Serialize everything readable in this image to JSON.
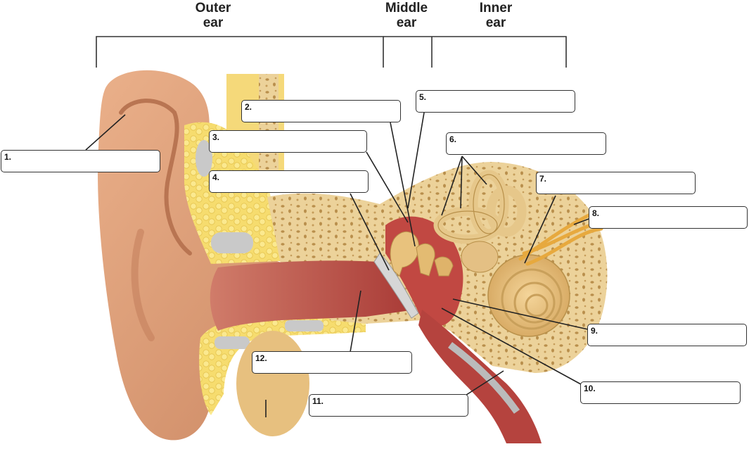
{
  "sections": {
    "outer": "Outer\near",
    "middle": "Middle\near",
    "inner": "Inner\near"
  },
  "labels": [
    "1.",
    "2.",
    "3.",
    "4.",
    "5.",
    "6.",
    "7.",
    "8.",
    "9.",
    "10.",
    "11.",
    "12."
  ],
  "colors": {
    "skin": "#e0a27c",
    "skin_shadow": "#b8754f",
    "bone": "#ecd29a",
    "fat": "#f7e27a",
    "cartilage": "#c9c9c9",
    "canal": "#b5433e",
    "ossicle": "#e3bf7a",
    "nerve": "#e7a93e",
    "line": "#222222"
  }
}
